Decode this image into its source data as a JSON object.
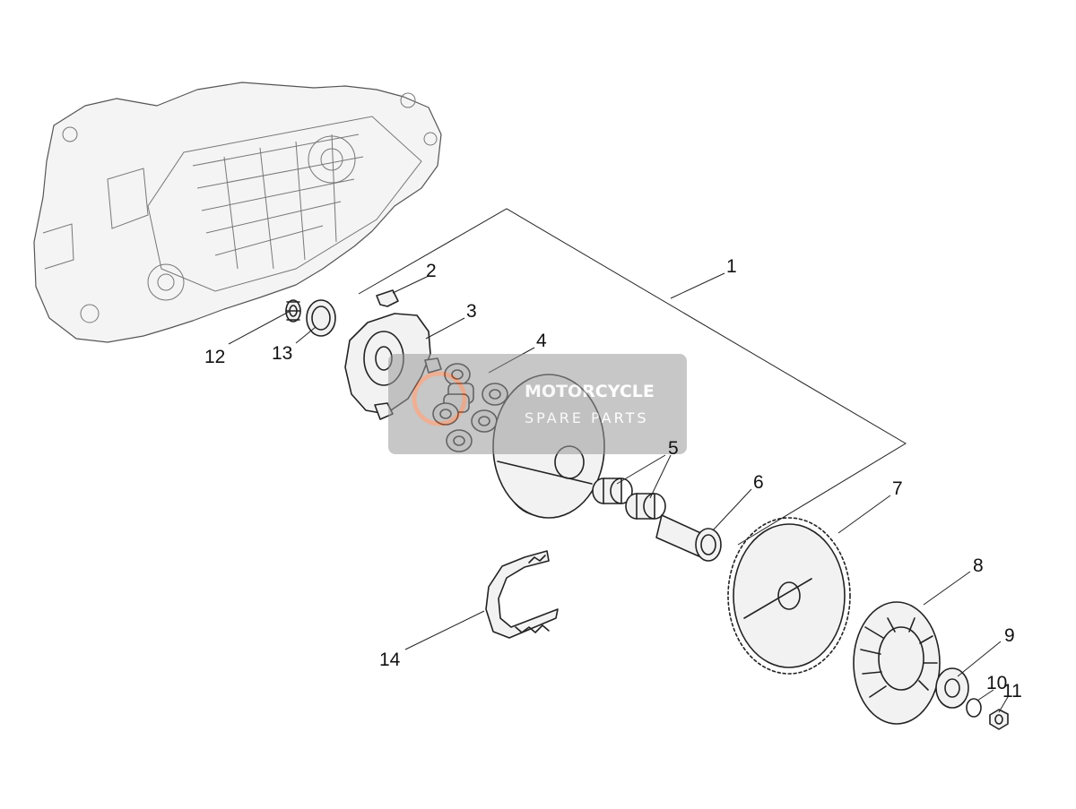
{
  "callouts": [
    {
      "id": "1",
      "label": "1"
    },
    {
      "id": "2",
      "label": "2"
    },
    {
      "id": "3",
      "label": "3"
    },
    {
      "id": "4",
      "label": "4"
    },
    {
      "id": "5",
      "label": "5"
    },
    {
      "id": "6",
      "label": "6"
    },
    {
      "id": "7",
      "label": "7"
    },
    {
      "id": "8",
      "label": "8"
    },
    {
      "id": "9",
      "label": "9"
    },
    {
      "id": "10",
      "label": "10"
    },
    {
      "id": "11",
      "label": "11"
    },
    {
      "id": "12",
      "label": "12"
    },
    {
      "id": "13",
      "label": "13"
    },
    {
      "id": "14",
      "label": "14"
    }
  ],
  "watermark": {
    "line1": "MOTORCYCLE",
    "line2": "SPARE PARTS",
    "color": "#8a8a8a",
    "accent": "#e07040"
  }
}
